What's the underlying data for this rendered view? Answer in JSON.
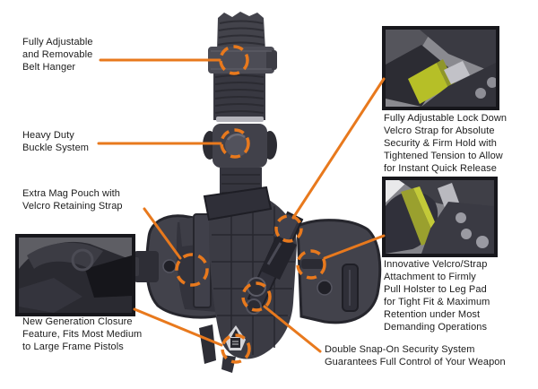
{
  "diagram": {
    "subject": "drop-leg tactical holster product feature diagram",
    "accent_color": "#E8791D",
    "highlight_strap_color": "#B6BF27",
    "background_color": "#FFFFFF"
  },
  "callouts": {
    "belt_hanger": "Fully Adjustable\nand Removable\nBelt Hanger",
    "buckle_system": "Heavy Duty\nBuckle System",
    "mag_pouch": "Extra Mag Pouch with\nVelcro Retaining Strap",
    "closure_feature": "New Generation Closure\nFeature, Fits Most Medium\nto Large Frame Pistols",
    "lockdown_strap": "Fully Adjustable Lock Down\nVelcro Strap for Absolute\nSecurity & Firm Hold with\nTightened Tension to Allow\nfor Instant Quick Release",
    "leg_attachment": "Innovative Velcro/Strap\nAttachment to Firmly\nPull Holster to Leg Pad\nfor Tight Fit & Maximum\nRetention under Most\nDemanding Operations",
    "snap_security": "Double Snap-On Security System\nGuarantees Full Control of Your Weapon"
  }
}
